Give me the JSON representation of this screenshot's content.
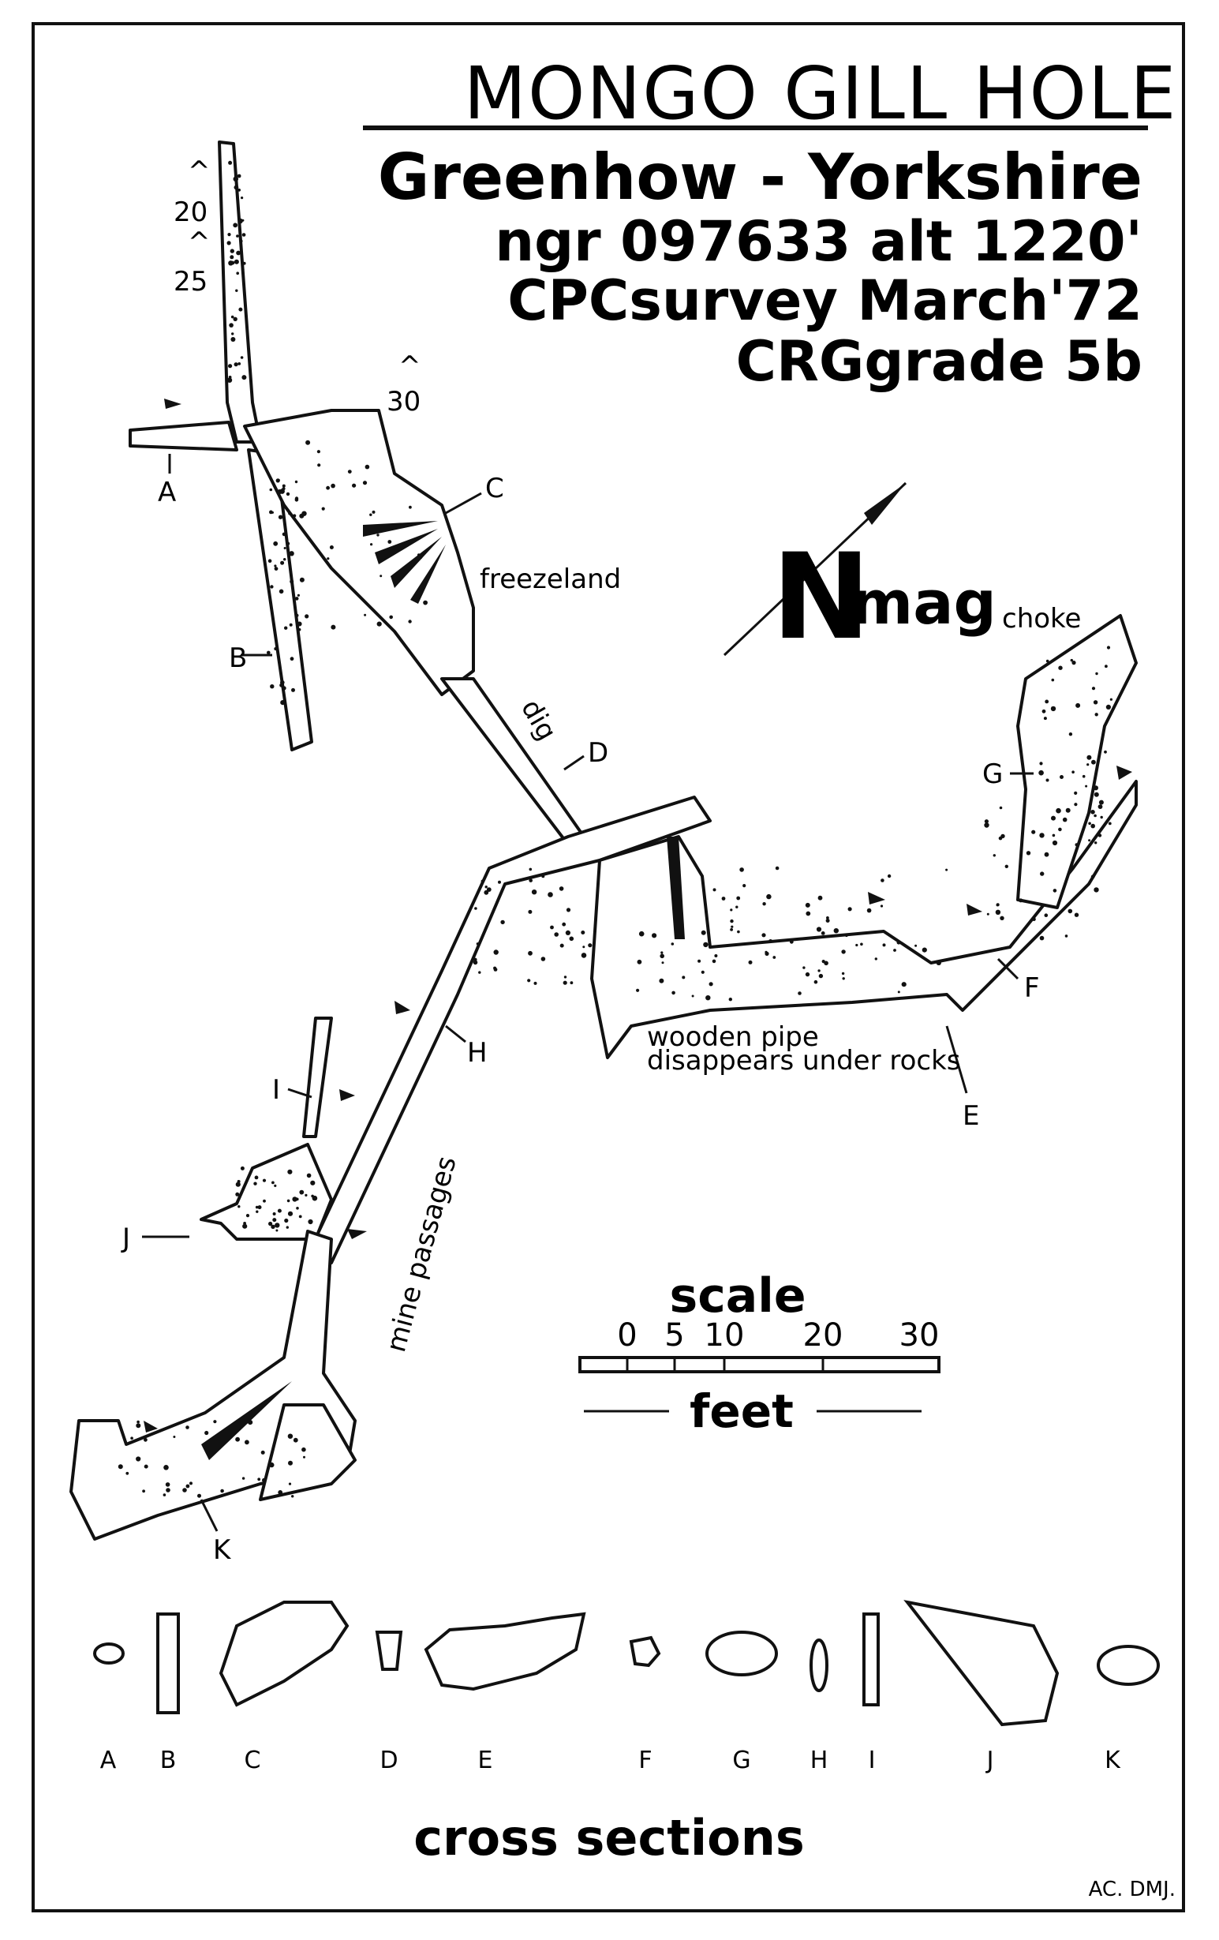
{
  "title": {
    "main": "MONGO GILL HOLE",
    "location": "Greenhow - Yorkshire",
    "grid": "ngr 097633 alt 1220'",
    "survey": "CPCsurvey March'72",
    "grade": "CRGgrade 5b"
  },
  "north": {
    "big": "N",
    "small": "mag"
  },
  "labels": {
    "freezeland": "freezeland",
    "choke": "choke",
    "dig": "dig",
    "pipe_line1": "wooden pipe",
    "pipe_line2": "disappears under rocks",
    "mine": "mine passages",
    "depth20": "20",
    "depth25": "25",
    "depth30": "30"
  },
  "section_points": [
    "A",
    "B",
    "C",
    "D",
    "E",
    "F",
    "G",
    "H",
    "I",
    "J",
    "K"
  ],
  "scale": {
    "word": "scale",
    "ticks": [
      "0",
      "5",
      "10",
      "20",
      "30"
    ],
    "unit": "feet"
  },
  "cross_sections": {
    "letters": [
      "A",
      "B",
      "C",
      "D",
      "E",
      "F",
      "G",
      "H",
      "I",
      "J",
      "K"
    ],
    "heading": "cross sections"
  },
  "credit": "AC. DMJ."
}
